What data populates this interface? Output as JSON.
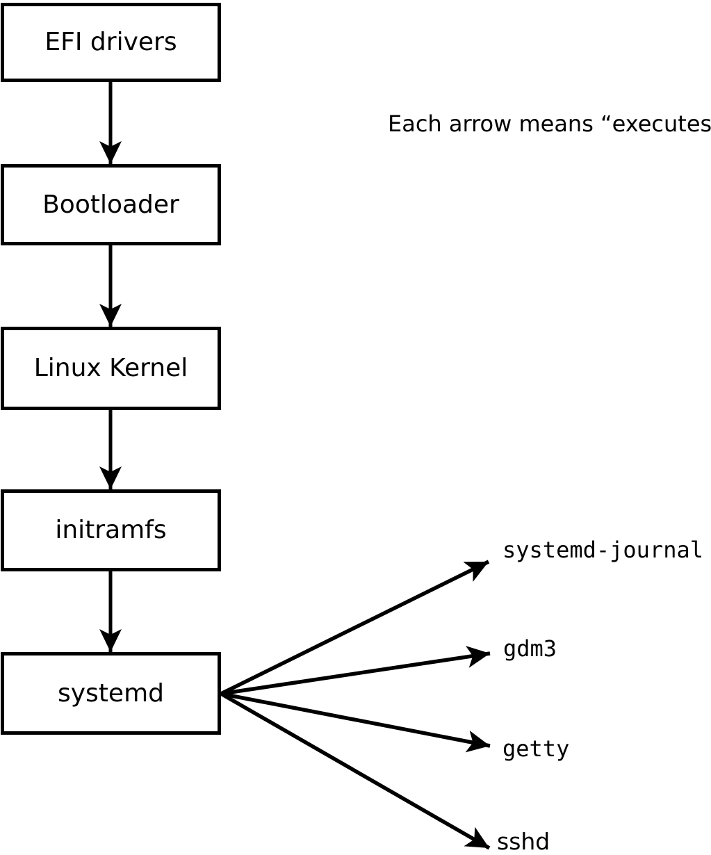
{
  "annotation": {
    "text": "Each arrow means “executes”."
  },
  "colors": {
    "ink": "#000000",
    "background": "#ffffff"
  },
  "boot_chain": [
    {
      "label": "EFI drivers"
    },
    {
      "label": "Bootloader"
    },
    {
      "label": "Linux Kernel"
    },
    {
      "label": "initramfs"
    },
    {
      "label": "systemd"
    }
  ],
  "spawned_processes": [
    {
      "label": "systemd-journal"
    },
    {
      "label": "gdm3"
    },
    {
      "label": "getty"
    },
    {
      "label": "sshd"
    }
  ],
  "edges": [
    {
      "from": "EFI drivers",
      "to": "Bootloader",
      "relation": "executes"
    },
    {
      "from": "Bootloader",
      "to": "Linux Kernel",
      "relation": "executes"
    },
    {
      "from": "Linux Kernel",
      "to": "initramfs",
      "relation": "executes"
    },
    {
      "from": "initramfs",
      "to": "systemd",
      "relation": "executes"
    },
    {
      "from": "systemd",
      "to": "systemd-journal",
      "relation": "executes"
    },
    {
      "from": "systemd",
      "to": "gdm3",
      "relation": "executes"
    },
    {
      "from": "systemd",
      "to": "getty",
      "relation": "executes"
    },
    {
      "from": "systemd",
      "to": "sshd",
      "relation": "executes"
    }
  ]
}
